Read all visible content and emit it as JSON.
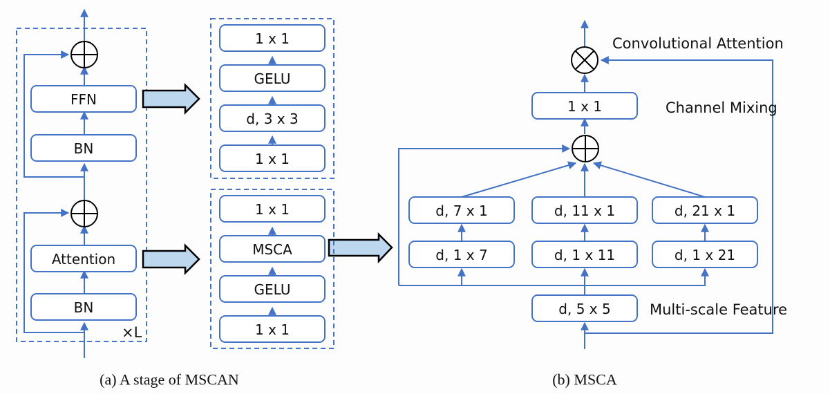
{
  "stage_block": {
    "repeat_label": "×L",
    "ffn_branch": [
      "FFN",
      "BN"
    ],
    "attention_branch": [
      "Attention",
      "BN"
    ],
    "add_operator": "add"
  },
  "ffn_detail": {
    "layers_top_to_bottom": [
      "1 x 1",
      "GELU",
      "d, 3 x 3",
      "1 x 1"
    ]
  },
  "attention_detail": {
    "layers_top_to_bottom": [
      "1 x 1",
      "MSCA",
      "GELU",
      "1 x 1"
    ]
  },
  "msca": {
    "output_op": "multiply",
    "channel_mixing_conv": "1 x 1",
    "branches": [
      {
        "top": "d, 7 x 1",
        "bottom": "d, 1 x 7"
      },
      {
        "top": "d, 11 x 1",
        "bottom": "d, 1 x 11"
      },
      {
        "top": "d, 21 x 1",
        "bottom": "d, 1 x 21"
      }
    ],
    "base_conv": "d, 5 x 5",
    "labels": {
      "convolutional_attention": "Convolutional Attention",
      "channel_mixing": "Channel Mixing",
      "multi_scale_feature": "Multi-scale Feature"
    }
  },
  "captions": {
    "a": "(a) A stage of MSCAN",
    "b": "(b) MSCA"
  }
}
